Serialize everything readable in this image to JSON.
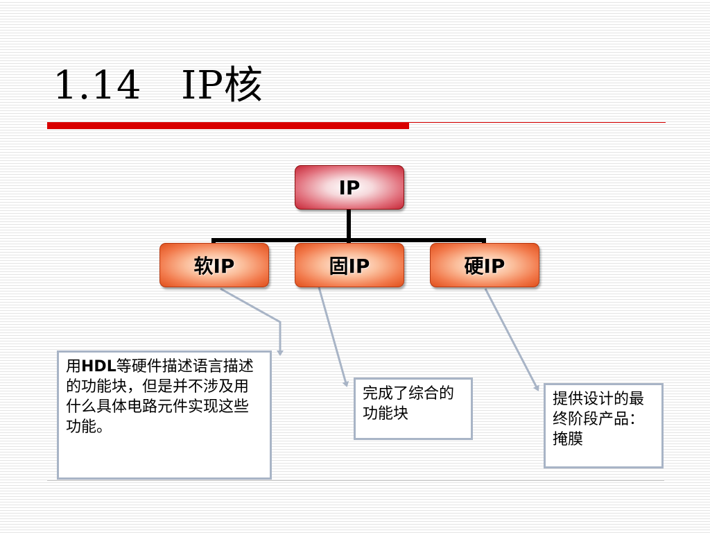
{
  "slide": {
    "title": "1.14   IP核"
  },
  "tree": {
    "root": "IP",
    "children": [
      {
        "label": "软IP"
      },
      {
        "label": "固IP"
      },
      {
        "label": "硬IP"
      }
    ]
  },
  "notes": {
    "soft": {
      "prefix": "用",
      "bold": "HDL",
      "rest": "等硬件描述语言描述的功能块，但是并不涉及用什么具体电路元件实现这些功能。"
    },
    "firm": "完成了综合的功能块",
    "hard": "提供设计的最终阶段产品：掩膜"
  },
  "colors": {
    "title_bar": "#d90000",
    "root_fill": "#c62838",
    "child_fill": "#f27a4c",
    "note_border": "#a8b4c6"
  }
}
